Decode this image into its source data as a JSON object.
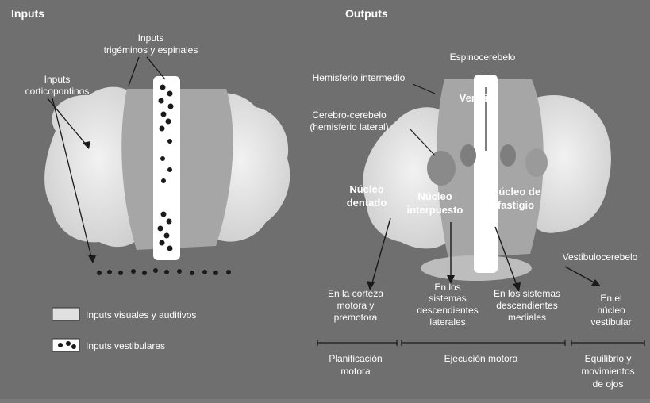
{
  "headings": {
    "inputs": "Inputs",
    "outputs": "Outputs"
  },
  "left": {
    "label_trig_1": "Inputs",
    "label_trig_2": "trigéminos y espinales",
    "label_cort_1": "Inputs",
    "label_cort_2": "corticopontinos"
  },
  "legend": {
    "visual_auditory": "Inputs visuales y auditivos",
    "vestibular": "Inputs vestibulares"
  },
  "right": {
    "espinocerebelo": "Espinocerebelo",
    "hemisferio_intermedio": "Hemisferio intermedio",
    "vermis": "Vermis",
    "cerebrocerebelo_1": "Cerebro-cerebelo",
    "cerebrocerebelo_2": "(hemisferio lateral)",
    "nucleo_dentado_1": "Núcleo",
    "nucleo_dentado_2": "dentado",
    "nucleo_interpuesto_1": "Núcleo",
    "nucleo_interpuesto_2": "interpuesto",
    "nucleo_fastigio_1": "Núcleo de",
    "nucleo_fastigio_2": "fastigio",
    "vestibulocerebelo": "Vestibulocerebelo"
  },
  "targets": {
    "corteza": [
      "En la corteza",
      "motora y",
      "premotora"
    ],
    "laterales": [
      "En los",
      "sistemas",
      "descendientes",
      "laterales"
    ],
    "mediales": [
      "En los sistemas",
      "descendientes",
      "mediales"
    ],
    "vestibular": [
      "En el",
      "núcleo",
      "vestibular"
    ]
  },
  "functions": {
    "planificacion": [
      "Planificación",
      "motora"
    ],
    "ejecucion": "Ejecución motora",
    "equilibrio": [
      "Equilibrio y",
      "movimientos",
      "de ojos"
    ]
  },
  "colors": {
    "background": "#6f6f6f",
    "lobe": "#e6e6e6",
    "intermediate": "#a8a8a8",
    "vermis": "#ffffff",
    "nuclei": "#909090"
  }
}
